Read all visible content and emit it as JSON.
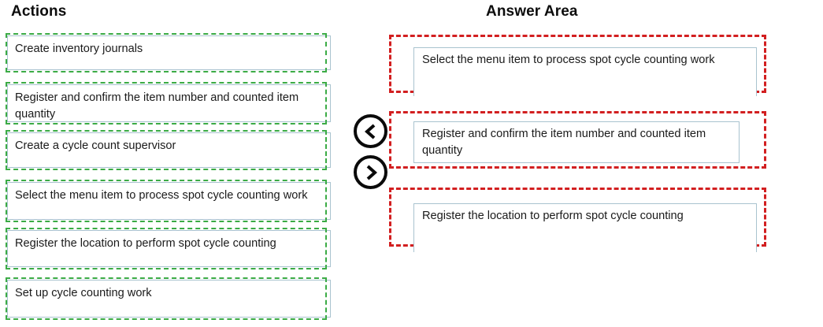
{
  "columns": {
    "actions_title": "Actions",
    "answer_title": "Answer Area"
  },
  "actions": {
    "items": [
      {
        "label": "Create inventory journals"
      },
      {
        "label": "Register and confirm the item number and counted item quantity"
      },
      {
        "label": "Create a cycle count supervisor"
      },
      {
        "label": "Select the menu item to process spot cycle counting work"
      },
      {
        "label": "Register the location to perform spot cycle counting"
      },
      {
        "label": "Set up cycle counting work"
      }
    ]
  },
  "controls": {
    "move_left": {
      "name": "move-left",
      "glyph": "chevron-left"
    },
    "move_right": {
      "name": "move-right",
      "glyph": "chevron-right"
    }
  },
  "answer_area": {
    "slots": [
      {
        "label": "Select the menu item to process spot cycle counting work"
      },
      {
        "label": "Register and confirm the item number and counted item quantity"
      },
      {
        "label": "Register the location to perform spot cycle counting"
      }
    ]
  },
  "colors": {
    "action_outline": "#3bab45",
    "answer_outline": "#d21f20",
    "card_border": "#a9c3cf",
    "text": "#1a1a1a",
    "button": "#0a0a0a"
  }
}
